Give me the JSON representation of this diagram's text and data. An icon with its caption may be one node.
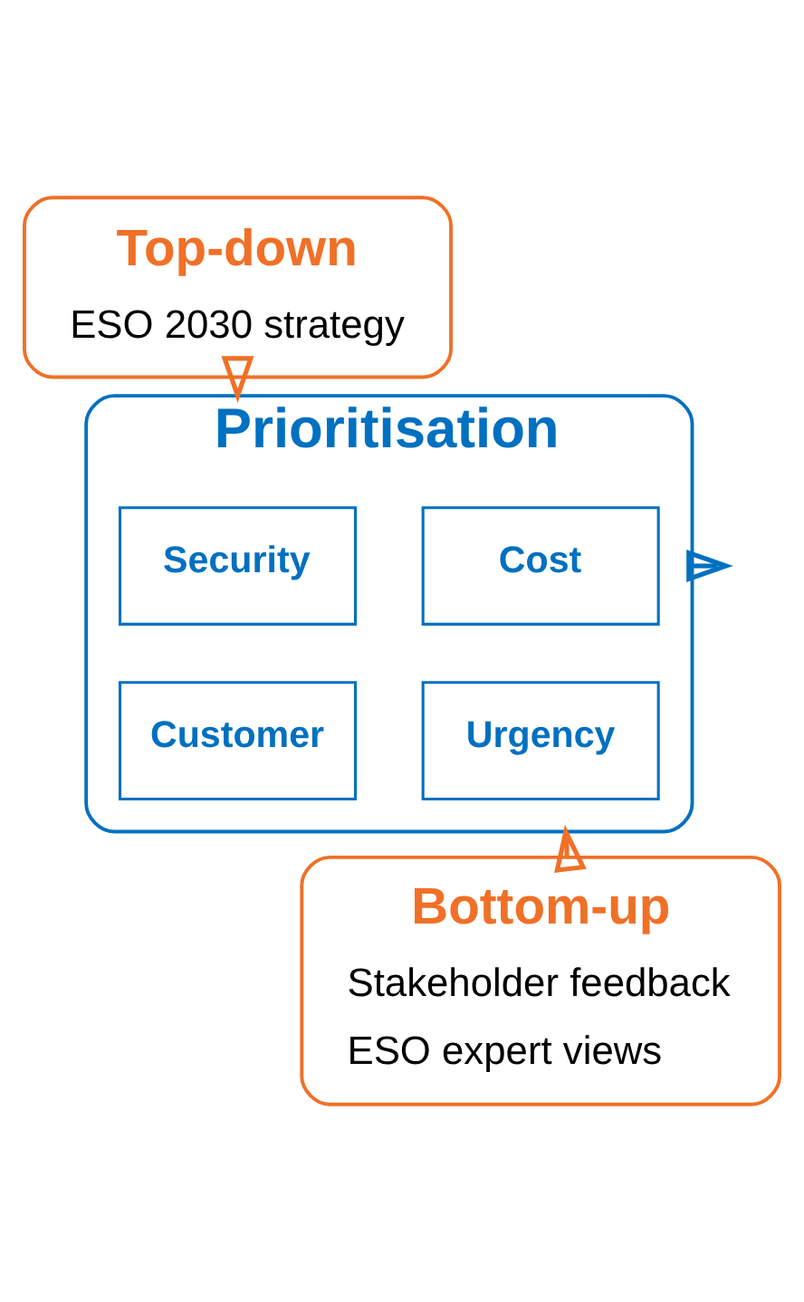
{
  "diagram": {
    "nodes": [
      {
        "text": [
          "Top-down",
          "ESO 2030 strategy"
        ]
      },
      {
        "text": [
          "Prioritisation"
        ]
      },
      {
        "text": [
          "Security"
        ],
        "in": 1
      },
      {
        "text": [
          "Cost"
        ],
        "in": 1
      },
      {
        "text": [
          "Customer"
        ],
        "in": 1
      },
      {
        "text": [
          "Urgency"
        ],
        "in": 1
      },
      {
        "text": [
          "Bottom-up",
          "Stakeholder feedback",
          "ESO expert views"
        ]
      }
    ],
    "edges": [
      {
        "from": 0,
        "to": 1,
        "arrow": "to"
      },
      {
        "from": 6,
        "to": 1,
        "arrow": "to"
      },
      {
        "from": 1,
        "to": null,
        "arrow": "to",
        "color": "#0070c0"
      }
    ]
  }
}
